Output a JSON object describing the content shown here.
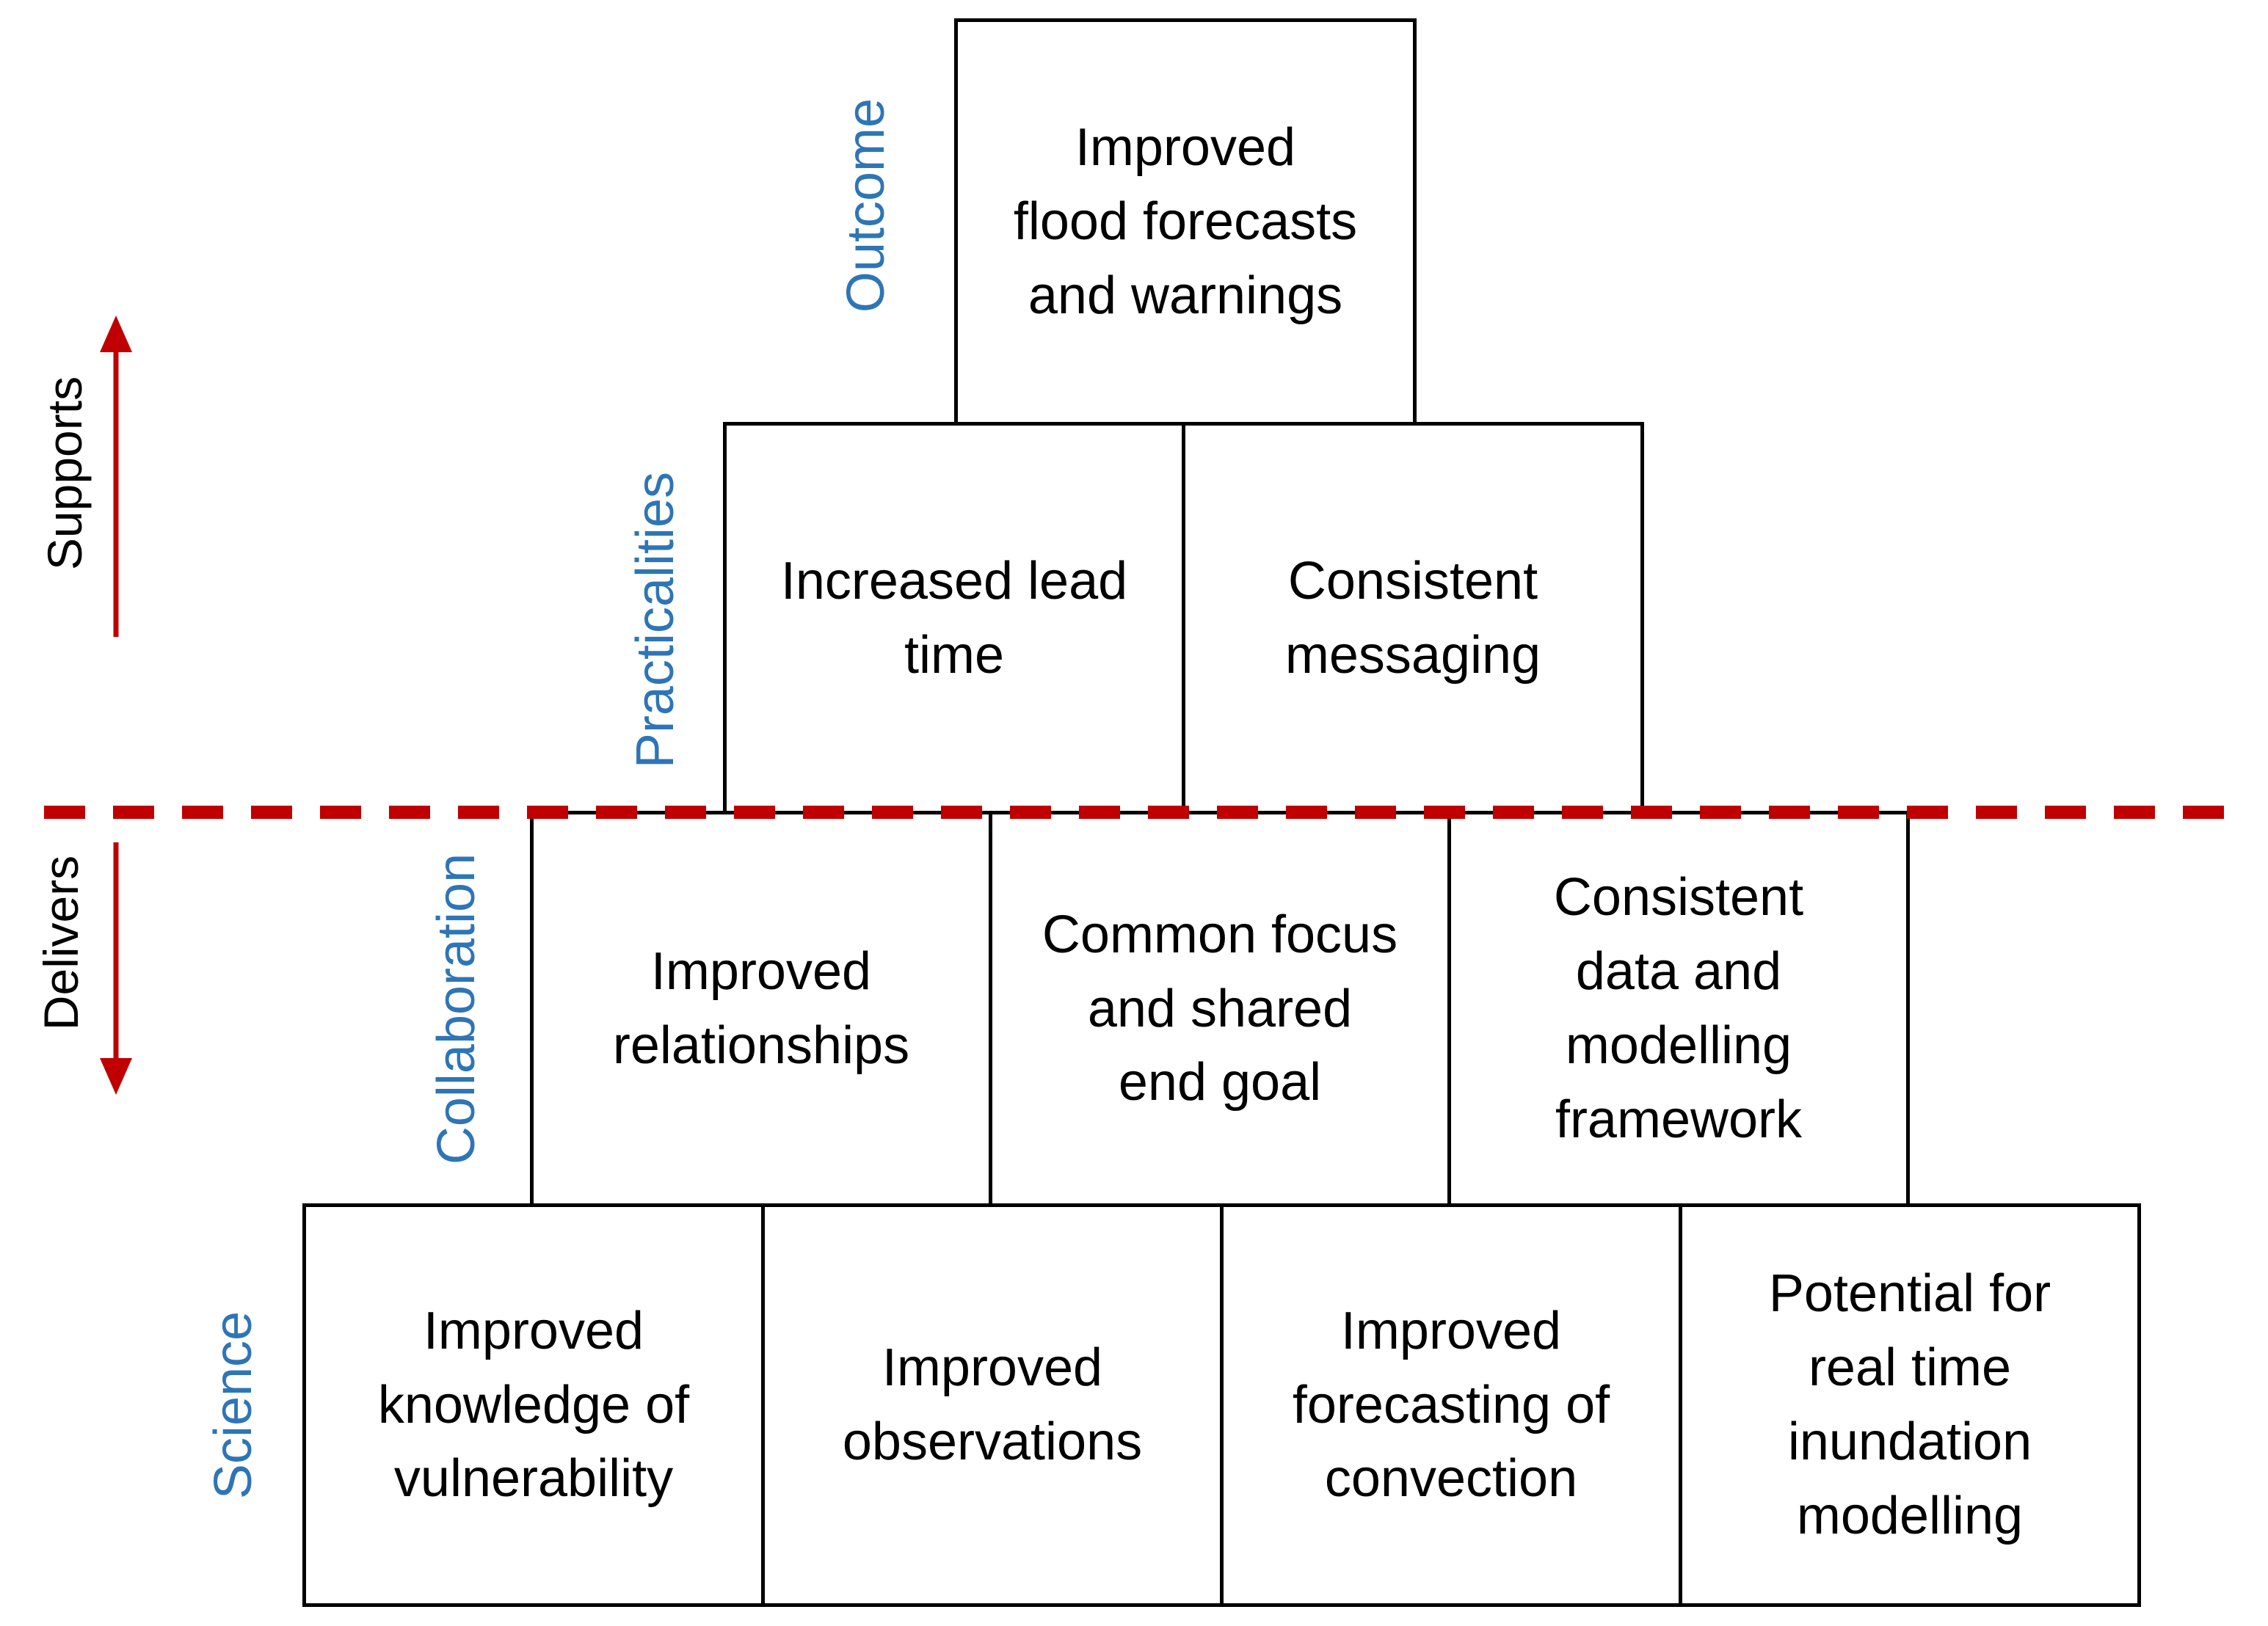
{
  "colors": {
    "accent_blue": "#2E75B6",
    "red": "#C00000",
    "border_black": "#000000",
    "background": "#FFFFFF"
  },
  "side": {
    "supports": "Supports",
    "delivers": "Delivers",
    "supports_arrow_direction": "up",
    "delivers_arrow_direction": "down"
  },
  "rows": [
    {
      "label": "Outcome",
      "boxes": [
        {
          "text": "Improved\nflood forecasts\nand warnings"
        }
      ]
    },
    {
      "label": "Practicalities",
      "boxes": [
        {
          "text": "Increased lead\ntime"
        },
        {
          "text": "Consistent\nmessaging"
        }
      ]
    },
    {
      "label": "Collaboration",
      "boxes": [
        {
          "text": "Improved\nrelationships"
        },
        {
          "text": "Common focus\nand shared\nend goal"
        },
        {
          "text": "Consistent\ndata and\nmodelling\nframework"
        }
      ]
    },
    {
      "label": "Science",
      "boxes": [
        {
          "text": "Improved\nknowledge of\nvulnerability"
        },
        {
          "text": "Improved\nobservations"
        },
        {
          "text": "Improved\nforecasting of\nconvection"
        },
        {
          "text": "Potential for\nreal time\ninundation\nmodelling"
        }
      ]
    }
  ]
}
